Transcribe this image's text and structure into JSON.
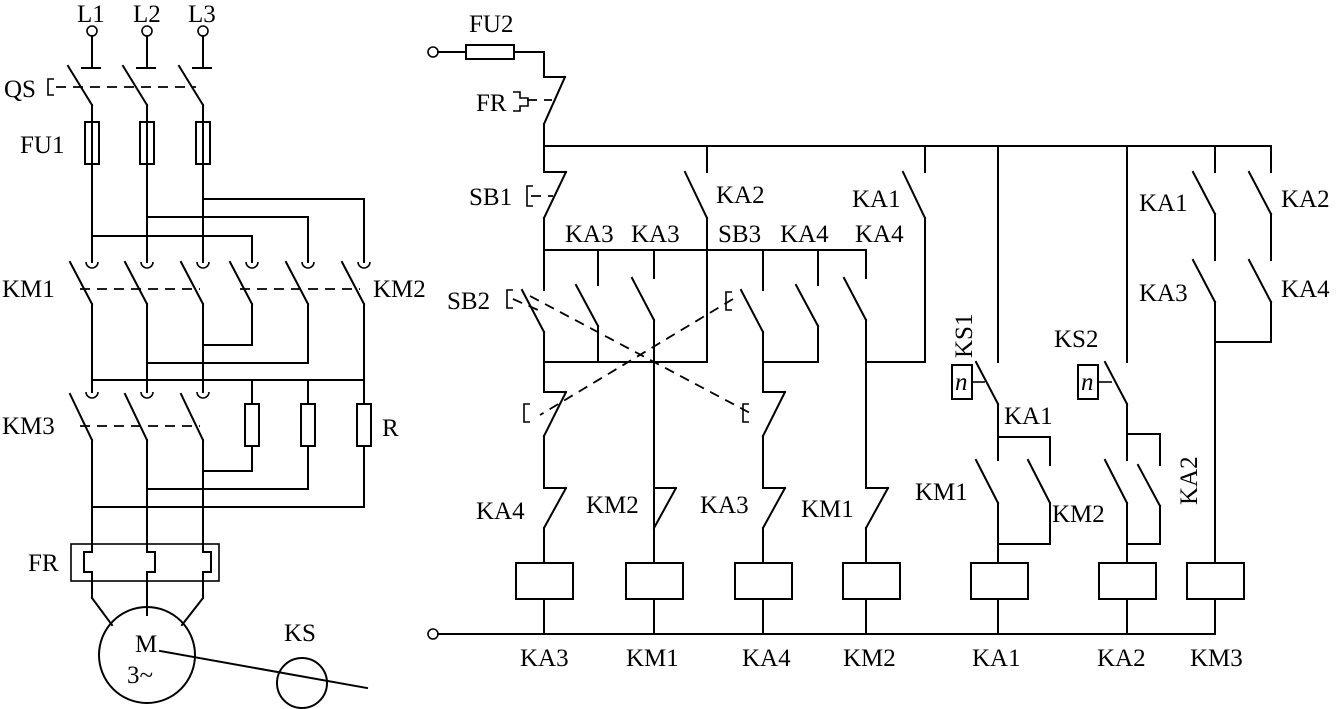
{
  "labels": {
    "l1": "L1",
    "l2": "L2",
    "l3": "L3",
    "qs": "QS",
    "fu1": "FU1",
    "km1_main": "KM1",
    "km2_main": "KM2",
    "km3_main": "KM3",
    "r": "R",
    "fr_main": "FR",
    "motor_m": "M",
    "motor_phase": "3~",
    "ks_sensor": "KS",
    "fu2": "FU2",
    "fr_ctrl": "FR",
    "sb1": "SB1",
    "sb2": "SB2",
    "ka2_branch": "KA2",
    "ka1_branch": "KA1",
    "ka3_a": "KA3",
    "ka3_b": "KA3",
    "sb3": "SB3",
    "ka4_a": "KA4",
    "ka4_b": "KA4",
    "ks1": "KS1",
    "ks2": "KS2",
    "ks_symbol_1": "n",
    "ks_symbol_2": "n",
    "ka1_ks1": "KA1",
    "km1_nc_km3": "KM1",
    "km2_nc_km3": "KM2",
    "ka2_vertical": "KA2",
    "ka1_top_right": "KA1",
    "ka2_top_right": "KA2",
    "ka3_right": "KA3",
    "ka4_right": "KA4",
    "ka4_nc": "KA4",
    "km2_nc": "KM2",
    "ka3_nc": "KA3",
    "km1_nc": "KM1",
    "coil_ka3": "KA3",
    "coil_km1": "KM1",
    "coil_ka4": "KA4",
    "coil_km2": "KM2",
    "coil_ka1": "KA1",
    "coil_ka2": "KA2",
    "coil_km3": "KM3"
  }
}
